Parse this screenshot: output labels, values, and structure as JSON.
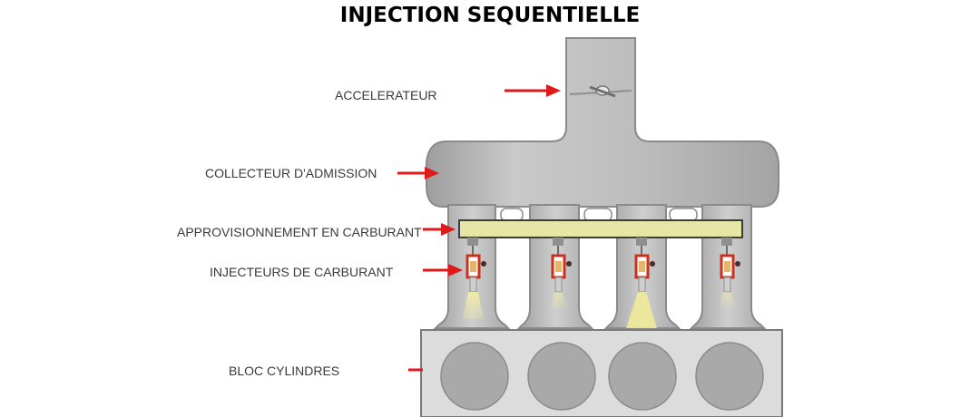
{
  "title": "INJECTION SEQUENTIELLE",
  "labels": {
    "accelerator": "ACCELERATEUR",
    "intake_manifold": "COLLECTEUR D'ADMISSION",
    "fuel_supply": "APPROVISIONNEMENT EN CARBURANT",
    "injectors": "INJECTEURS DE CARBURANT",
    "cylinder_block": "BLOC CYLINDRES"
  },
  "colors": {
    "arrow": "#e0191b",
    "metal": "#b8b8b8",
    "fuel_rail": "#e6e6a6",
    "cylinder": "#a9a9a9",
    "block": "#dcdcdc",
    "injector_body": "#c8321e"
  }
}
